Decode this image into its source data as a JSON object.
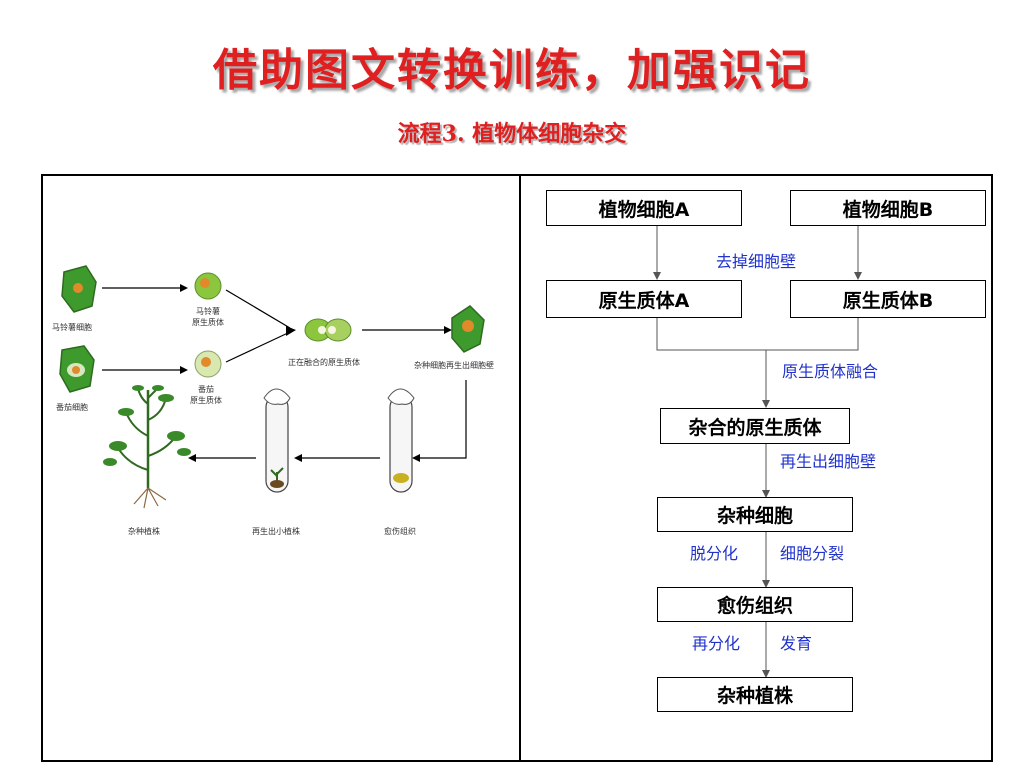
{
  "title": "借助图文转换训练，加强识记",
  "subtitle": "流程3. 植物体细胞杂交",
  "illustration": {
    "potato_cell": "马铃薯细胞",
    "potato_protoplast": "马铃薯\n原生质体",
    "tomato_cell": "番茄细胞",
    "tomato_protoplast": "番茄\n原生质体",
    "fusing": "正在融合的原生质体",
    "hybrid_wall": "杂种细胞再生出细胞壁",
    "hybrid_plant": "杂种植株",
    "regen_plant": "再生出小植株",
    "callus": "愈伤组织"
  },
  "flow": {
    "cell_a": "植物细胞A",
    "cell_b": "植物细胞B",
    "remove_wall": "去掉细胞壁",
    "protoplast_a": "原生质体A",
    "protoplast_b": "原生质体B",
    "fusion": "原生质体融合",
    "fused": "杂合的原生质体",
    "regen_wall": "再生出细胞壁",
    "hybrid_cell": "杂种细胞",
    "dediff": "脱分化",
    "division": "细胞分裂",
    "callus": "愈伤组织",
    "rediff": "再分化",
    "develop": "发育",
    "hybrid_plant": "杂种植株"
  }
}
